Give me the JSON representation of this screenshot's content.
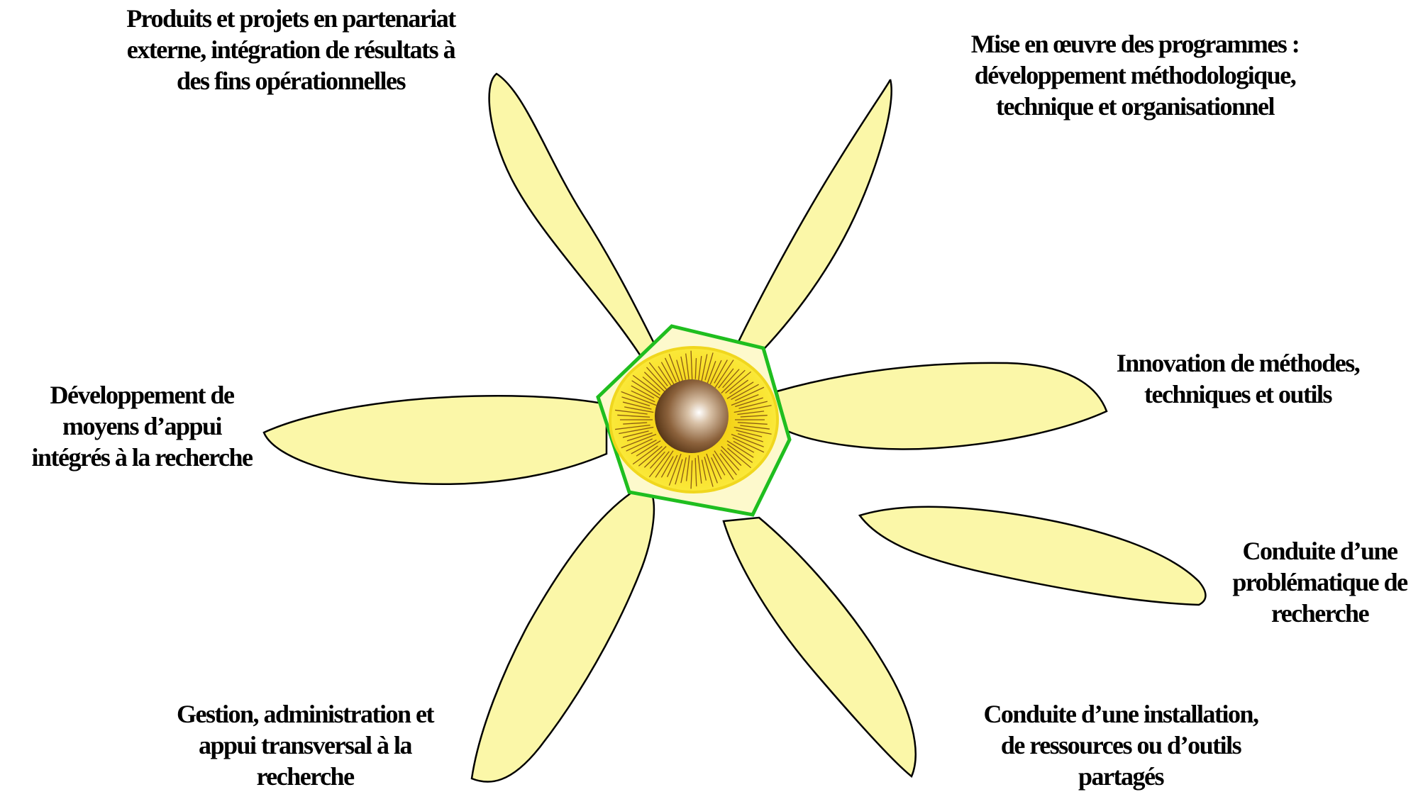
{
  "colors": {
    "petal_fill": "#fbf7a8",
    "petal_stroke": "#000000",
    "hexagon_fill": "#fdf9cc",
    "hexagon_stroke": "#1fbe1f",
    "disc_yellow": "#f7e51c",
    "disc_orange": "#e6a800",
    "center_brown": "#7a5434",
    "text": "#000000"
  },
  "labels": {
    "top_left": "Produits et projets en partenariat\nexterne, intégration de résultats à\ndes fins opérationnelles",
    "top_right": "Mise en œuvre des programmes :\ndéveloppement méthodologique,\ntechnique et organisationnel",
    "right": "Innovation de méthodes,\ntechniques et outils",
    "left": "Développement de\nmoyens d’appui\nintégrés à la recherche",
    "far_right": "Conduite d’une\nproblématique de\nrecherche",
    "bottom_left": "Gestion, administration et\nappui transversal à la\nrecherche",
    "bottom_right": "Conduite d’une installation,\nde ressources ou d’outils\npartagés"
  }
}
